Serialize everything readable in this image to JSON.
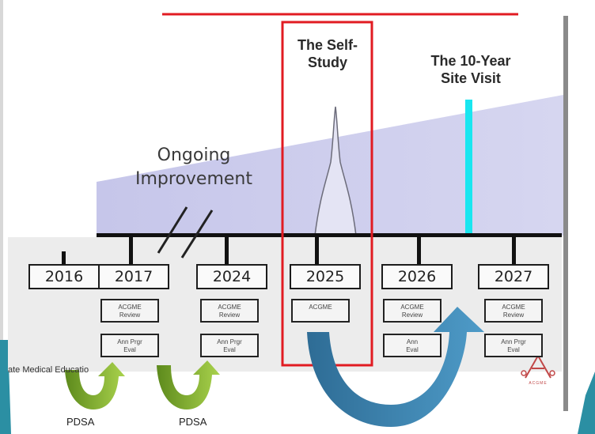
{
  "labels": {
    "ongoing_line1": "Ongoing",
    "ongoing_line2": "Improvement",
    "self_study_line1": "The Self-",
    "self_study_line2": "Study",
    "site_visit_line1": "The 10-Year",
    "site_visit_line2": "Site Visit"
  },
  "timeline": [
    {
      "year": "2016",
      "review_line1": "",
      "review_line2": "",
      "eval_line1": "",
      "eval_line2": ""
    },
    {
      "year": "2017",
      "review_line1": "ACGME",
      "review_line2": "Review",
      "eval_line1": "Ann Prgr",
      "eval_line2": "Eval"
    },
    {
      "year": "2024",
      "review_line1": "ACGME",
      "review_line2": "Review",
      "eval_line1": "Ann Prgr",
      "eval_line2": "Eval"
    },
    {
      "year": "2025",
      "review_line1": "ACGME",
      "review_line2": "",
      "eval_line1": "",
      "eval_line2": ""
    },
    {
      "year": "2026",
      "review_line1": "ACGME",
      "review_line2": "Review",
      "eval_line1": "Ann",
      "eval_line2": "Eval"
    },
    {
      "year": "2027",
      "review_line1": "ACGME",
      "review_line2": "Review",
      "eval_line1": "Ann Prgr",
      "eval_line2": "Eval"
    }
  ],
  "footer_text": "ate Medical Educatio",
  "pdsa_labels": [
    "PDSA",
    "PDSA"
  ],
  "logo_text": "ACGME",
  "colors": {
    "highlight_red": "#e11b22",
    "site_visit_cyan": "#19e6f0",
    "band_lavender": "#c9c9ec",
    "arrow_green": "#7aa52c",
    "arrow_blue": "#3a7fb0",
    "teal_accent": "#2b8fa3"
  }
}
